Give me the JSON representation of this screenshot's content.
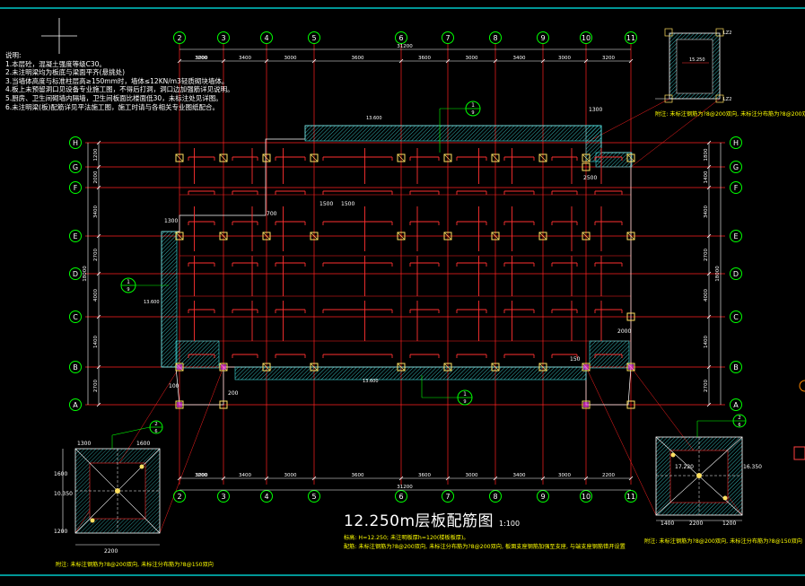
{
  "notes": {
    "title": "说明:",
    "items": [
      "1.本层砼，混凝土强度等级C30。",
      "2.未注明梁均为板底与梁面平齐(悬挑处)",
      "3.当墙体高度与标准柱层高≥150mm时，墙体≤12KN/m3轻质砌块墙体。",
      "4.板上未预留洞口见设备专业施工图，不得后打洞，洞口边加强筋详见说明。",
      "5.厨房、卫生间砌墙内隔墙，卫生间板面比楼面低30，未标注处见详图。",
      "6.未注明梁(板)配筋详见平法施工图，施工时请与各相关专业图纸配合。"
    ]
  },
  "grid": {
    "columns": [
      "2",
      "3",
      "4",
      "5",
      "6",
      "7",
      "8",
      "9",
      "10",
      "11"
    ],
    "rows": [
      "H",
      "G",
      "F",
      "E",
      "D",
      "C",
      "B",
      "A"
    ],
    "top_dims": [
      "3200",
      "3000",
      "3400",
      "3000",
      "3600",
      "3600",
      "3000",
      "3400",
      "3000",
      "3200"
    ],
    "top_total": "31200",
    "bottom_dims": [
      "3200",
      "3000",
      "3400",
      "3000",
      "3600",
      "3600",
      "3000",
      "3400",
      "3000",
      "2200"
    ],
    "bottom_total": "31200",
    "left_dims": [
      "1200",
      "2000",
      "3400",
      "2700",
      "4000",
      "1400",
      "2700"
    ],
    "left_total": "18000",
    "right_dims": [
      "1800",
      "1400",
      "3400",
      "2700",
      "4000",
      "1400",
      "2700"
    ],
    "right_total": "18000"
  },
  "title": {
    "main": "12.250m层板配筋图",
    "scale": "1:100"
  },
  "title_notes": [
    "标高: H=12.250; 未注明板厚h=120(楼板板厚)。",
    "配筋: 未标注钢筋为?8@200双向, 未标注分布筋为?8@200双向, 板面支座钢筋加强至支座, 与端支座钢筋错开设置"
  ],
  "detail_left": {
    "callout": "2",
    "callout_sub": "6",
    "dims_top": [
      "1300",
      "1600"
    ],
    "dims_bottom": [
      "2200"
    ],
    "dim_side": "1600",
    "dim_side2": "1200",
    "label": "10.350",
    "note": "附注: 未标注钢筋为?8@200双向, 未标注分布筋为?8@150双向"
  },
  "detail_right": {
    "callout": "2",
    "callout_sub": "6",
    "dims_bottom": [
      "1400",
      "2200",
      "1200"
    ],
    "label": "17.220",
    "label2": "16.350",
    "note": "附注: 未标注钢筋为?8@200双向, 未标注分布筋为?8@150双向"
  },
  "detail_top_right": {
    "label": "15.250",
    "tag_a": "LZ2",
    "tag_b": "LZ2",
    "note": "附注: 未标注钢筋为?8@200双向, 未标注分布筋为?8@200双向"
  },
  "callouts": {
    "c1_num": "1",
    "c1_sub": "9",
    "c2_num": "1",
    "c2_sub": "9",
    "c3_num": "1",
    "c3_sub": "9"
  },
  "dim_labels": {
    "top_1200": "1200",
    "top_1300": "1300",
    "label_1300": "1300",
    "label_1500a": "1500",
    "label_1500b": "1500",
    "label_700": "700",
    "label_100": "100",
    "label_2500": "2500",
    "label_200": "200",
    "label_150": "150",
    "label_2000": "2000",
    "label_13a": "13.600",
    "label_13b": "13.600",
    "label_13c": "13.600"
  },
  "colors": {
    "grid_line": "#ff2020",
    "axis_bubble": "#00ff00",
    "dim": "#ffffff",
    "slab_hatch": "#40e0e0",
    "rebar": "#ff3030",
    "column": "#ffe060",
    "beam_edge": "#ff40ff",
    "annotation": "#ffff00",
    "frame": "#00c8c8"
  }
}
